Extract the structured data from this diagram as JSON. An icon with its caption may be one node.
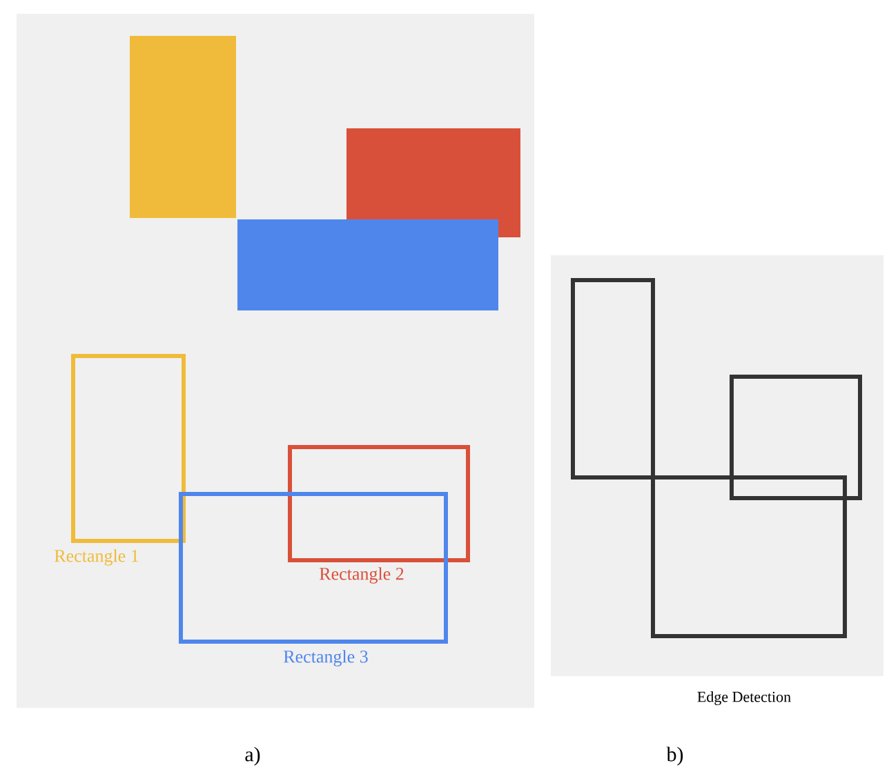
{
  "diagram": {
    "labels": [
      "Rectangle 1",
      "Rectangle 2",
      "Rectangle 3",
      "Edge Detection",
      "a)",
      "b)"
    ]
  }
}
